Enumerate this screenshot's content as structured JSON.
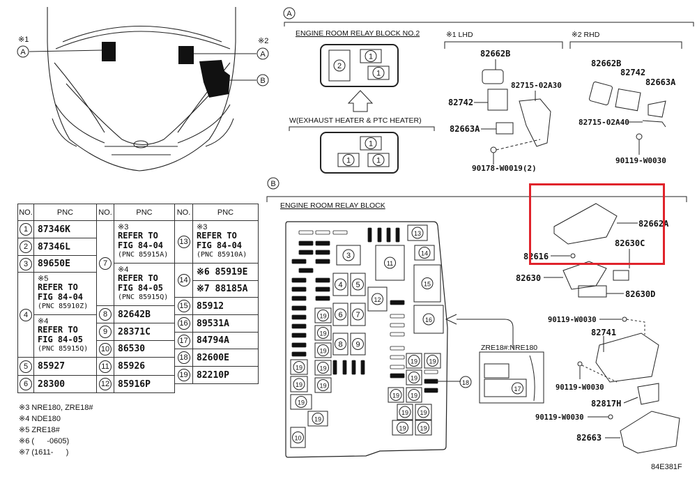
{
  "callouts": {
    "a": "A",
    "b": "B",
    "note1": "※1",
    "note2": "※2"
  },
  "section_a": {
    "relay_block_title": "ENGINE ROOM RELAY BLOCK NO.2",
    "variant_title": "W(EXHAUST HEATER & PTC HEATER)",
    "lhd_title": "※1 LHD",
    "rhd_title": "※2 RHD",
    "lhd_parts": [
      "82662B",
      "82742",
      "82715-02A30",
      "82663A",
      "90178-W0019(2)"
    ],
    "rhd_parts": [
      "82662B",
      "82742",
      "82663A",
      "82715-02A40",
      "90119-W0030"
    ]
  },
  "section_b": {
    "relay_block_title": "ENGINE ROOM RELAY BLOCK",
    "inset_title": "ZRE18#:NRE180",
    "parts": [
      "82662A",
      "82630C",
      "82616",
      "82630",
      "82630D",
      "90119-W0030",
      "82741",
      "90119-W0030",
      "82817H",
      "90119-W0030",
      "82663"
    ],
    "highlight_color": "#e0232b"
  },
  "table": {
    "header_no": "NO.",
    "header_pnc": "PNC",
    "rows": {
      "r1": {
        "no": "1",
        "pnc": "87346K"
      },
      "r2": {
        "no": "2",
        "pnc": "87346L"
      },
      "r3": {
        "no": "3",
        "pnc": "89650E"
      },
      "r4": {
        "no": "4",
        "a_note": "※5",
        "a_ref1": "REFER TO",
        "a_ref2": "FIG 84-04",
        "a_pnc": "(PNC 85910Z)",
        "b_note": "※4",
        "b_ref1": "REFER TO",
        "b_ref2": "FIG 84-05",
        "b_pnc": "(PNC 85915Q)"
      },
      "r5": {
        "no": "5",
        "pnc": "85927"
      },
      "r6": {
        "no": "6",
        "pnc": "28300"
      },
      "r7": {
        "no": "7",
        "a_note": "※3",
        "a_ref1": "REFER TO",
        "a_ref2": "FIG 84-04",
        "a_pnc": "(PNC 85915A)",
        "b_note": "※4",
        "b_ref1": "REFER TO",
        "b_ref2": "FIG 84-05",
        "b_pnc": "(PNC 85915Q)"
      },
      "r8": {
        "no": "8",
        "pnc": "82642B"
      },
      "r9": {
        "no": "9",
        "pnc": "28371C"
      },
      "r10": {
        "no": "10",
        "pnc": "86530"
      },
      "r11": {
        "no": "11",
        "pnc": "85926"
      },
      "r12": {
        "no": "12",
        "pnc": "85916P"
      },
      "r13": {
        "no": "13",
        "a_note": "※3",
        "a_ref1": "REFER TO",
        "a_ref2": "FIG 84-04",
        "a_pnc": "(PNC 85910A)"
      },
      "r14": {
        "no": "14",
        "a": "※6 85919E",
        "b": "※7 88185A"
      },
      "r15": {
        "no": "15",
        "pnc": "85912"
      },
      "r16": {
        "no": "16",
        "pnc": "89531A"
      },
      "r17": {
        "no": "17",
        "pnc": "84794A"
      },
      "r18": {
        "no": "18",
        "pnc": "82600E"
      },
      "r19": {
        "no": "19",
        "pnc": "82210P"
      }
    }
  },
  "footnotes": [
    "※3 NRE180, ZRE18#",
    "※4 NDE180",
    "※5 ZRE18#",
    "※6 (      -0605)",
    "※7 (1611-      )"
  ],
  "figure_code": "84E381F",
  "block_numbers": {
    "n1": "1",
    "n2": "2",
    "n3": "3",
    "n4": "4",
    "n5": "5",
    "n6": "6",
    "n7": "7",
    "n8": "8",
    "n9": "9",
    "n10": "10",
    "n11": "11",
    "n12": "12",
    "n13": "13",
    "n14": "14",
    "n15": "15",
    "n16": "16",
    "n17": "17",
    "n18": "18",
    "n19": "19"
  }
}
